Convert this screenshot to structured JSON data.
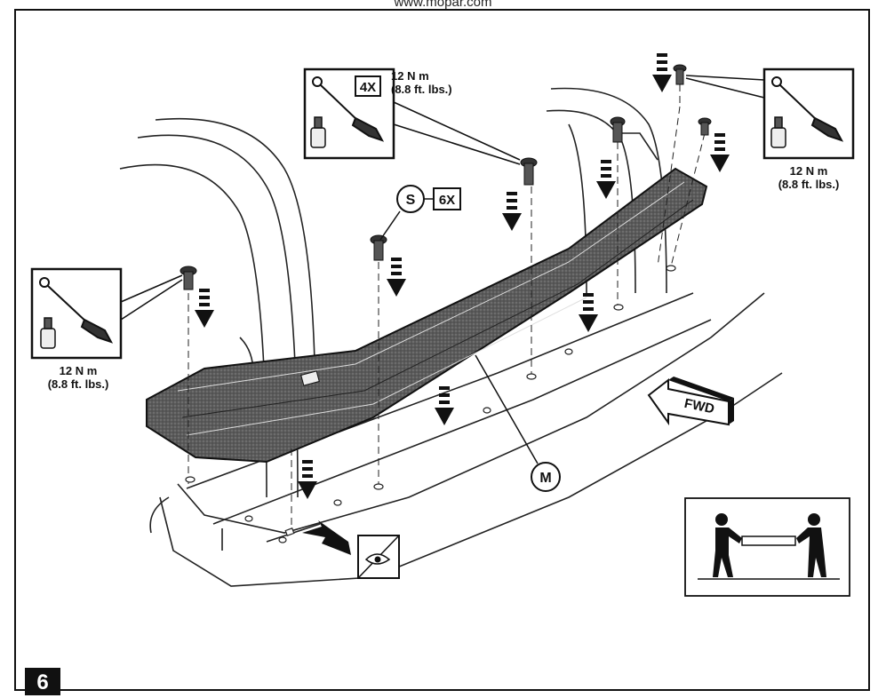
{
  "header": {
    "source": "www.mopar.com"
  },
  "step_number": "6",
  "torque_spec": {
    "value": "12 N m",
    "imperial": "(8.8 ft. lbs.)"
  },
  "callouts": {
    "quantity_left": "6X",
    "quantity_top": "4X",
    "fastener_type": "S",
    "part_label": "M",
    "direction": "FWD"
  },
  "icons": [
    "torque-wrench-icon",
    "socket-icon",
    "inspect-eye-icon",
    "two-person-lift-icon",
    "fwd-arrow-icon"
  ]
}
